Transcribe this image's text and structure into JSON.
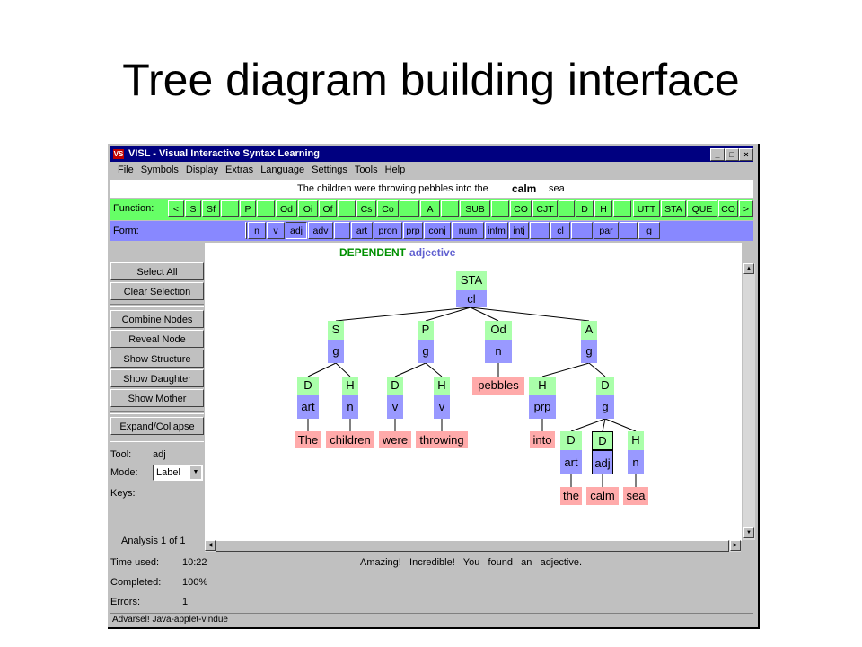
{
  "slide": {
    "title": "Tree diagram building interface"
  },
  "window": {
    "title": "VISL - Visual Interactive Syntax Learning",
    "icon_label": "VS",
    "buttons": [
      "_",
      "□",
      "×"
    ]
  },
  "menu": [
    "File",
    "Symbols",
    "Display",
    "Extras",
    "Language",
    "Settings",
    "Tools",
    "Help"
  ],
  "sentence": {
    "before": "The children were throwing pebbles into the",
    "highlight": "calm",
    "after": "sea"
  },
  "function_bar": {
    "label": "Function:",
    "buttons": [
      "<",
      "S",
      "Sf",
      "",
      "P",
      "",
      "Od",
      "Oi",
      "Of",
      "",
      "Cs",
      "Co",
      "",
      "A",
      "",
      "SUB",
      "",
      "CO",
      "CJT",
      "",
      "D",
      "H",
      "",
      "UTT",
      "STA",
      "QUE",
      "CO",
      ">"
    ]
  },
  "form_bar": {
    "label": "Form:",
    "buttons": [
      "",
      "n",
      "v",
      "adj",
      "adv",
      "",
      "art",
      "pron",
      "prp",
      "conj",
      "num",
      "infm",
      "intj",
      "",
      "cl",
      "",
      "par",
      "",
      "g",
      ""
    ]
  },
  "side_buttons": [
    "Select All",
    "Clear Selection",
    "Combine Nodes",
    "Reveal Node",
    "Show Structure",
    "Show Daughter",
    "Show Mother",
    "Expand/Collapse"
  ],
  "tool_info": {
    "tool_label": "Tool:",
    "tool_value": "adj",
    "mode_label": "Mode:",
    "mode_value": "Label",
    "keys_label": "Keys:",
    "analysis": "Analysis 1 of 1"
  },
  "hint": {
    "category": "DEPENDENT",
    "form": "adjective"
  },
  "tree": {
    "sta": {
      "fn": "STA",
      "fm": "cl"
    },
    "s": {
      "fn": "S",
      "fm": "g"
    },
    "p": {
      "fn": "P",
      "fm": "g"
    },
    "od": {
      "fn": "Od",
      "fm": "n"
    },
    "a": {
      "fn": "A",
      "fm": "g"
    },
    "s_d": {
      "fn": "D",
      "fm": "art",
      "word": "The"
    },
    "s_h": {
      "fn": "H",
      "fm": "n",
      "word": "children"
    },
    "p_d": {
      "fn": "D",
      "fm": "v",
      "word": "were"
    },
    "p_h": {
      "fn": "H",
      "fm": "v",
      "word": "throwing"
    },
    "od_word": "pebbles",
    "a_h": {
      "fn": "H",
      "fm": "prp",
      "word": "into"
    },
    "a_d": {
      "fn": "D",
      "fm": "g"
    },
    "ad_d1": {
      "fn": "D",
      "fm": "art",
      "word": "the"
    },
    "ad_d2": {
      "fn": "D",
      "fm": "adj",
      "word": "calm"
    },
    "ad_h": {
      "fn": "H",
      "fm": "n",
      "word": "sea"
    }
  },
  "status": {
    "time_label": "Time used:",
    "time_value": "10:22",
    "completed_label": "Completed:",
    "completed_value": "100%",
    "errors_label": "Errors:",
    "errors_value": "1",
    "message": "Amazing!   Incredible!   You   found   an   adjective."
  },
  "footer": "Advarsel! Java-applet-vindue",
  "colors": {
    "function": "#66ff66",
    "form": "#8888ff",
    "word": "#ffaaaa",
    "titlebar": "#000080"
  }
}
